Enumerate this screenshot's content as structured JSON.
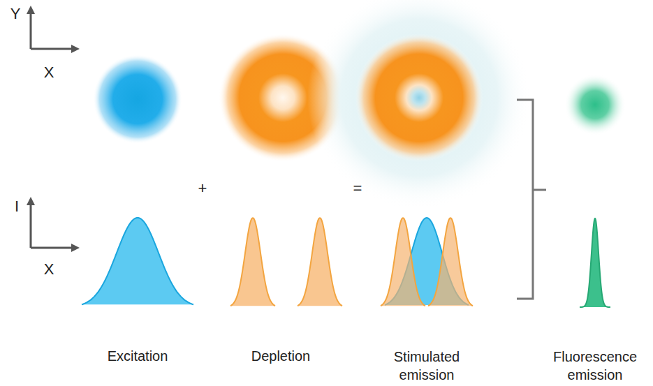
{
  "diagram": {
    "labels": [
      "Y",
      "X",
      "I",
      "X",
      "+",
      "=",
      "Excitation",
      "Depletion",
      "Stimulated emission",
      "Fluorescence emission"
    ]
  }
}
